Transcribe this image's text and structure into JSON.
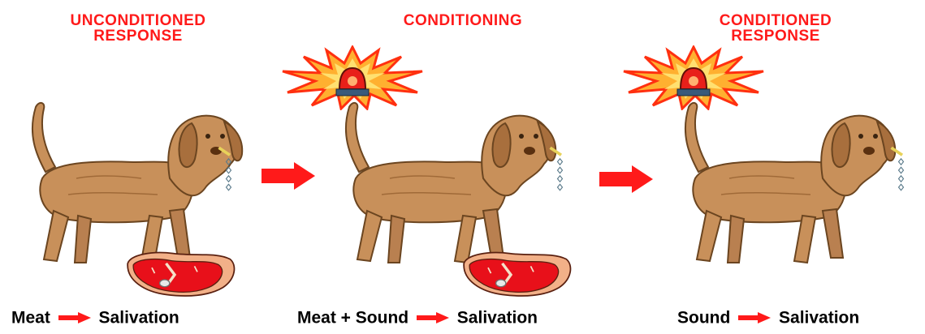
{
  "panels": [
    {
      "title_line1": "UNCONDITIONED",
      "title_line2": "RESPONSE",
      "caption_left": "Meat",
      "caption_right": "Salivation"
    },
    {
      "title_line1": "CONDITIONING",
      "title_line2": "",
      "caption_left": "Meat + Sound",
      "caption_right": "Salivation"
    },
    {
      "title_line1": "CONDITIONED",
      "title_line2": "RESPONSE",
      "caption_left": "Sound",
      "caption_right": "Salivation"
    }
  ],
  "colors": {
    "title": "#ff1a1a",
    "arrow": "#ff1a1a",
    "dog": "#c8905a",
    "meat": "#e8101a",
    "bell_burst": "#ff7a10"
  },
  "icons": [
    "dog-icon",
    "meat-icon",
    "alarm-bell-icon",
    "red-arrow-icon"
  ]
}
